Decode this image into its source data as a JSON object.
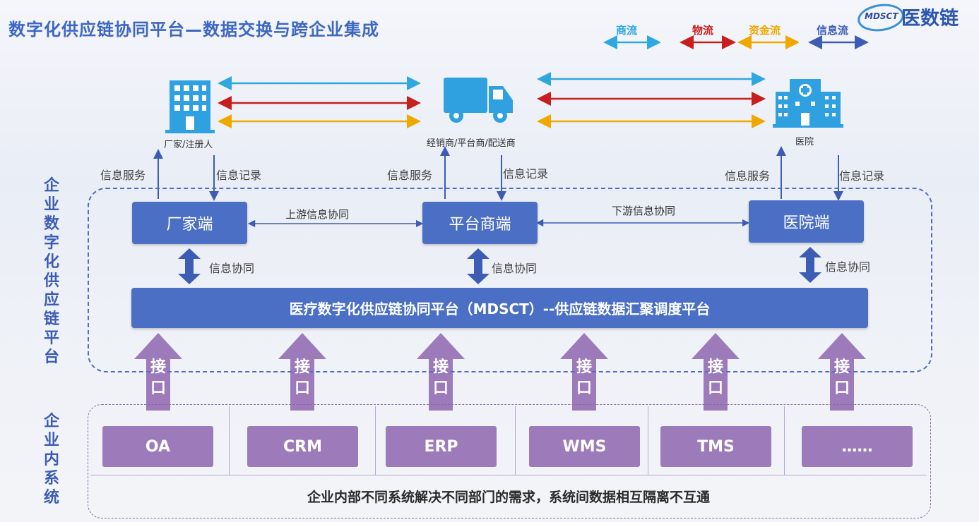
{
  "title": "数字化供应链协同平台—数据交换与跨企业集成",
  "logo": {
    "ring_text": "MDSCT",
    "name": "医数链"
  },
  "legend": [
    {
      "label": "商流",
      "color": "#2fa8e0"
    },
    {
      "label": "物流",
      "color": "#c81e1e"
    },
    {
      "label": "资金流",
      "color": "#f0a800"
    },
    {
      "label": "信息流",
      "color": "#3d5db5"
    }
  ],
  "entities": {
    "manufacturer": "厂家/注册人",
    "distributor": "经销商/平台商/配送商",
    "hospital": "医院"
  },
  "info_labels": {
    "service": "信息服务",
    "record": "信息记录",
    "collab": "信息协同"
  },
  "side_labels": {
    "platform": "企业数字化供应链平台",
    "internal": "企业内系统"
  },
  "endpoints": {
    "manufacturer": "厂家端",
    "platform": "平台商端",
    "hospital": "医院端"
  },
  "links": {
    "upstream": "上游信息协同",
    "downstream": "下游信息协同"
  },
  "platform_bar": "医疗数字化供应链协同平台（MDSCT）--供应链数据汇聚调度平台",
  "interface_label": [
    "接",
    "口"
  ],
  "systems": [
    "OA",
    "CRM",
    "ERP",
    "WMS",
    "TMS",
    "……"
  ],
  "bottom_note": "企业内部不同系统解决不同部门的需求，系统间数据相互隔离不互通"
}
